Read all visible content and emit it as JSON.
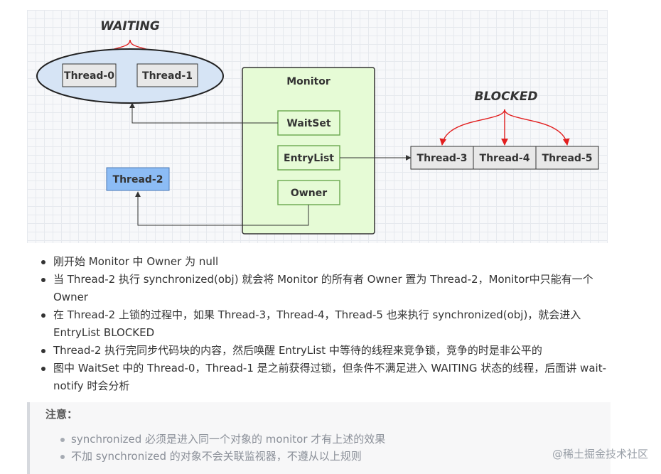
{
  "diagram": {
    "waiting_label": "WAITING",
    "blocked_label": "BLOCKED",
    "monitor_title": "Monitor",
    "waiting_threads": [
      "Thread-0",
      "Thread-1"
    ],
    "monitor_slots": [
      "WaitSet",
      "EntryList",
      "Owner"
    ],
    "blocked_threads": [
      "Thread-3",
      "Thread-4",
      "Thread-5"
    ],
    "owner_thread": "Thread-2",
    "colors": {
      "ellipse_fill": "#d6e4f5",
      "monitor_fill": "#e6fbd6",
      "monitor_border": "#333333",
      "slot_fill": "#e6fbd6",
      "slot_border": "#6aa84f",
      "thread_fill": "#e8e8e8",
      "owner_thread_fill": "#8cbcf5",
      "red_arrow": "#e21e1e"
    }
  },
  "bullets": [
    "刚开始 Monitor 中 Owner 为 null",
    "当 Thread-2 执行 synchronized(obj) 就会将 Monitor 的所有者 Owner 置为 Thread-2，Monitor中只能有一个 Owner",
    "在 Thread-2 上锁的过程中，如果 Thread-3，Thread-4，Thread-5 也来执行 synchronized(obj)，就会进入 EntryList BLOCKED",
    "Thread-2 执行完同步代码块的内容，然后唤醒 EntryList 中等待的线程来竞争锁，竞争的时是非公平的",
    "图中 WaitSet 中的 Thread-0，Thread-1 是之前获得过锁，但条件不满足进入 WAITING 状态的线程，后面讲 wait-notify 时会分析"
  ],
  "note": {
    "title": "注意：",
    "items": [
      "synchronized 必须是进入同一个对象的 monitor 才有上述的效果",
      "不加 synchronized 的对象不会关联监视器，不遵从以上规则"
    ]
  },
  "watermark": "@稀土掘金技术社区"
}
